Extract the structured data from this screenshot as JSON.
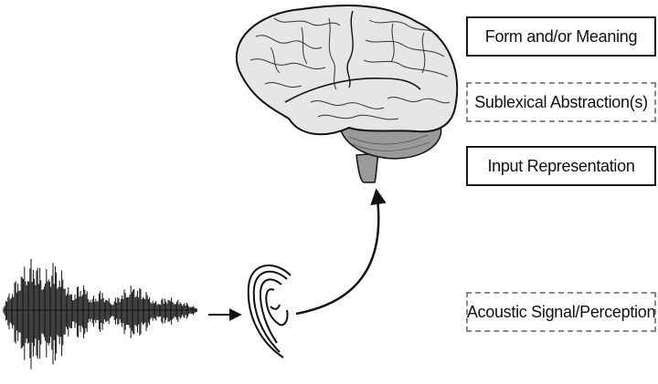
{
  "labels": {
    "form_meaning": "Form and/or Meaning",
    "sublexical": "Sublexical Abstraction(s)",
    "input_rep": "Input Representation",
    "acoustic": "Acoustic Signal/Perception"
  },
  "icons": {
    "brain": "brain-icon",
    "ear": "ear-icon",
    "waveform": "speech-waveform-icon"
  },
  "colors": {
    "brain_fill": "#e6e6e6",
    "cerebellum_fill": "#9a9a9a",
    "line": "#111111",
    "dashed_border": "#888888"
  }
}
